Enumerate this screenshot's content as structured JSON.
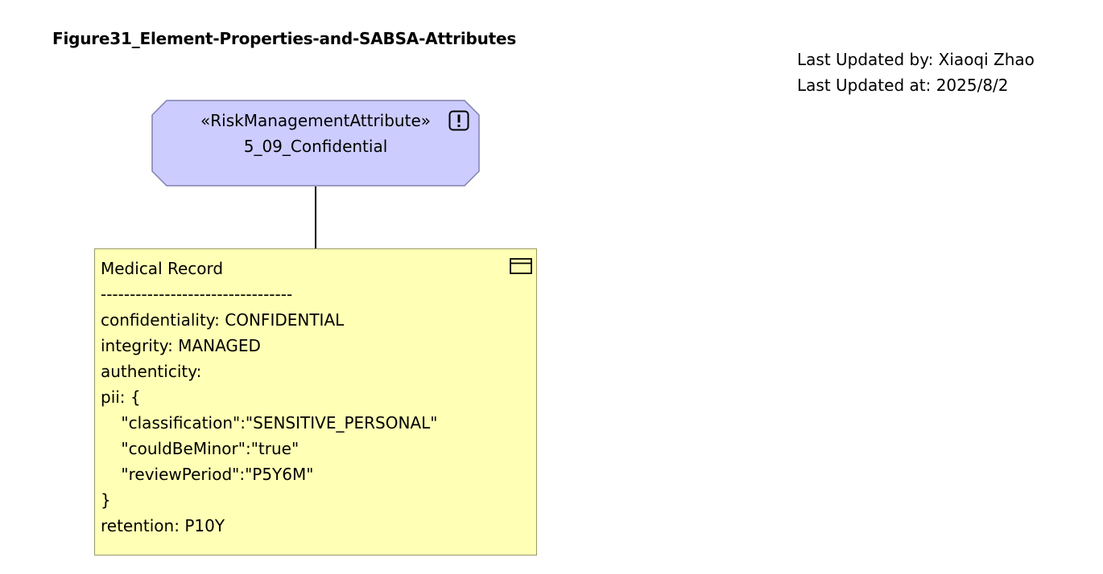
{
  "title": "Figure31_Element-Properties-and-SABSA-Attributes",
  "meta": {
    "updated_by": "Last Updated by: Xiaoqi Zhao",
    "updated_at": "Last Updated at: 2025/8/2"
  },
  "attribute_node": {
    "stereotype": "«RiskManagementAttribute»",
    "name": "5_09_Confidential",
    "icon": "exclamation-box-icon",
    "fill_color": "#ccccff",
    "border_color": "#8080b0"
  },
  "element_node": {
    "icon": "class-element-icon",
    "fill_color": "#ffffb5",
    "lines": [
      "Medical Record",
      "---------------------------------",
      "confidentiality: CONFIDENTIAL",
      "integrity: MANAGED",
      "authenticity:",
      "pii: {",
      "    \"classification\":\"SENSITIVE_PERSONAL\"",
      "    \"couldBeMinor\":\"true\"",
      "    \"reviewPeriod\":\"P5Y6M\"",
      "}",
      "retention: P10Y"
    ]
  }
}
